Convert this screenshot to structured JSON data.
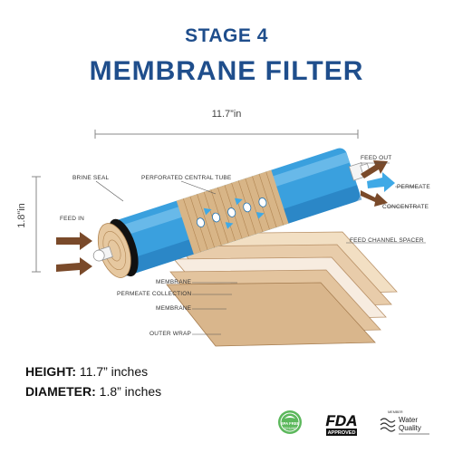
{
  "header": {
    "stage": "STAGE 4",
    "title": "MEMBRANE FILTER"
  },
  "dimensions": {
    "length": "11.7”in",
    "diameter": "1.8”in"
  },
  "labels": {
    "brine_seal": "BRINE SEAL",
    "perforated_tube": "PERFORATED CENTRAL TUBE",
    "feed_out": "FEED OUT",
    "permeate": "PERMEATE",
    "concentrate": "CONCENTRATE",
    "feed_in": "FEED IN",
    "feed_channel_spacer": "FEED CHANNEL SPACER",
    "membrane_1": "MEMBRANE",
    "permeate_collection": "PERMEATE COLLECTION",
    "membrane_2": "MEMBRANE",
    "outer_wrap": "OUTER WRAP"
  },
  "specs": {
    "height_label": "HEIGHT:",
    "height_value": "11.7” inches",
    "diameter_label": "DIAMETER:",
    "diameter_value": "1.8” inches"
  },
  "badges": {
    "bpa_line1": "BPA FREE",
    "bpa_line2": "GENUINE",
    "fda_line1": "FDA",
    "fda_line2": "APPROVED",
    "wqa_member": "MEMBER",
    "wqa_line1": "Water",
    "wqa_line2": "Quality"
  },
  "colors": {
    "title": "#1f4e8c",
    "tube": "#3aa0de",
    "tube_dark": "#1f73b5",
    "layer": "#e6c8a0",
    "layer_dark": "#c9a274",
    "arrow_brown": "#7a4a2a",
    "arrow_blue": "#3fa9e6",
    "seal": "#111111",
    "bpa_green": "#5cb85c"
  }
}
